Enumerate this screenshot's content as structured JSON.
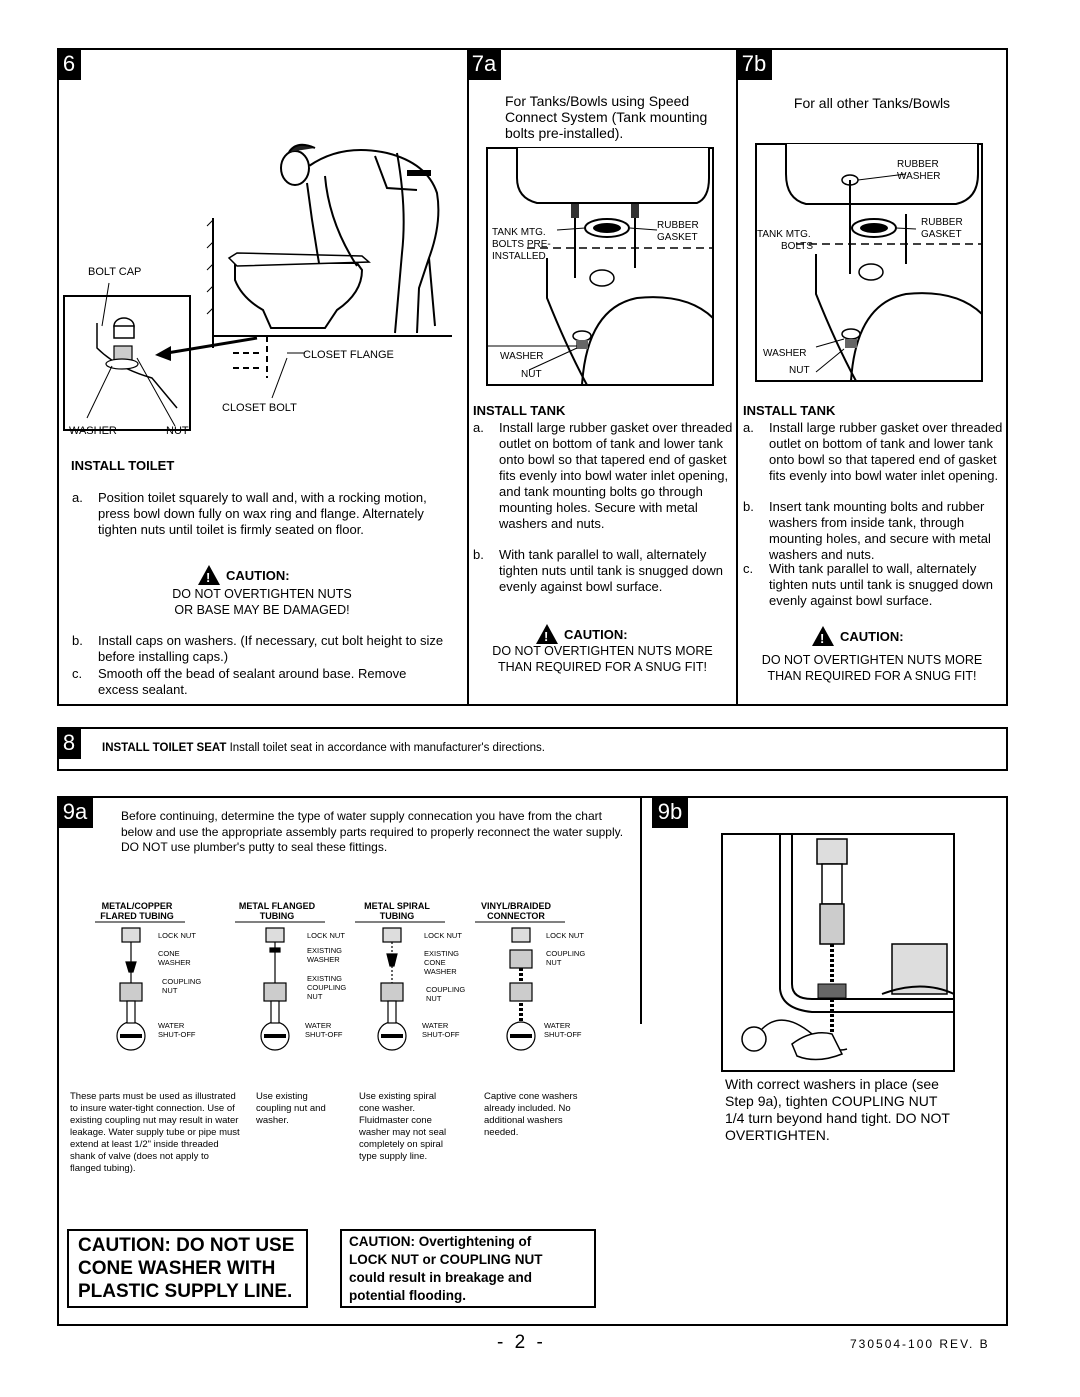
{
  "step6": {
    "number": "6",
    "labels": {
      "bolt_cap": "BOLT CAP",
      "closet_flange": "CLOSET FLANGE",
      "closet_bolt": "CLOSET BOLT",
      "washer": "WASHER",
      "nut": "NUT"
    },
    "heading": "INSTALL TOILET",
    "a_key": "a.",
    "a_text": "Position toilet squarely to wall and, with a rocking motion, press bowl down fully on wax ring and flange. Alternately tighten nuts until toilet is firmly seated on floor.",
    "caution_label": "CAUTION:",
    "caution_line1": "DO NOT OVERTIGHTEN NUTS",
    "caution_line2": "OR BASE MAY BE DAMAGED!",
    "b_key": "b.",
    "b_text": "Install caps on washers. (If necessary, cut bolt height to size before installing caps.)",
    "c_key": "c.",
    "c_text": "Smooth off the bead of sealant around base. Remove excess sealant."
  },
  "step7a": {
    "number": "7a",
    "intro": "For Tanks/Bowls using Speed Connect System (Tank mounting bolts pre-installed).",
    "labels": {
      "tank_mtg": "TANK MTG.",
      "bolts_pre": "BOLTS PRE-",
      "installed": "INSTALLED",
      "rubber": "RUBBER",
      "gasket": "GASKET",
      "washer": "WASHER",
      "nut": "NUT"
    },
    "heading": "INSTALL TANK",
    "a_key": "a.",
    "a_text": "Install large rubber gasket over threaded outlet on bottom of tank and lower tank onto bowl so that tapered end of gasket fits evenly into bowl water inlet opening, and tank mounting bolts go through mounting holes. Secure with metal washers and nuts.",
    "b_key": "b.",
    "b_text": "With tank parallel to wall, alternately tighten nuts until tank is snugged down evenly against bowl surface.",
    "caution_label": "CAUTION:",
    "caution_line1": "DO NOT OVERTIGHTEN NUTS MORE",
    "caution_line2": "THAN REQUIRED FOR A SNUG FIT!"
  },
  "step7b": {
    "number": "7b",
    "intro": "For all other Tanks/Bowls",
    "labels": {
      "rubber_washer_1": "RUBBER",
      "rubber_washer_2": "WASHER",
      "tank_mtg": "TANK MTG.",
      "bolts": "BOLTS",
      "rubber": "RUBBER",
      "gasket": "GASKET",
      "washer": "WASHER",
      "nut": "NUT"
    },
    "heading": "INSTALL TANK",
    "a_key": "a.",
    "a_text": "Install large rubber gasket over threaded outlet on bottom of tank and lower tank onto bowl so that tapered end of gasket fits evenly into bowl water inlet opening.",
    "b_key": "b.",
    "b_text": "Insert tank mounting bolts and rubber washers from inside tank, through mounting holes, and secure with metal washers and nuts.",
    "c_key": "c.",
    "c_text": "With tank parallel to wall, alternately tighten nuts until tank is snugged down evenly against bowl surface.",
    "caution_label": "CAUTION:",
    "caution_line1": "DO NOT OVERTIGHTEN NUTS MORE",
    "caution_line2": "THAN REQUIRED FOR A SNUG FIT!"
  },
  "step8": {
    "number": "8",
    "heading": "INSTALL TOILET SEAT",
    "text": " Install toilet seat in accordance with manufacturer's directions."
  },
  "step9a": {
    "number": "9a",
    "intro": "Before continuing, determine the type of water supply connecation you have from the chart below and use the appropriate assembly parts required to properly reconnect the water supply. DO NOT use plumber's putty to seal these fittings.",
    "columns": [
      {
        "title1": "METAL/COPPER",
        "title2": "FLARED TUBING",
        "parts": [
          "LOCK NUT",
          "CONE",
          "WASHER",
          "COUPLING",
          "NUT",
          "WATER",
          "SHUT-OFF"
        ],
        "note": "These parts must be used as illustrated to insure water-tight connection. Use of existing coupling nut may result in water leakage. Water supply tube or pipe must extend at least 1/2\" inside threaded shank of valve (does not apply to flanged tubing)."
      },
      {
        "title1": "METAL FLANGED",
        "title2": "TUBING",
        "parts": [
          "LOCK NUT",
          "EXISTING",
          "WASHER",
          "EXISTING",
          "COUPLING",
          "NUT",
          "WATER",
          "SHUT-OFF"
        ],
        "note": "Use existing coupling nut and washer."
      },
      {
        "title1": "METAL SPIRAL",
        "title2": "TUBING",
        "parts": [
          "LOCK NUT",
          "EXISTING",
          "CONE",
          "WASHER",
          "COUPLING",
          "NUT",
          "WATER",
          "SHUT-OFF"
        ],
        "note": "Use existing spiral cone washer. Fluidmaster cone washer may not seal completely on spiral type supply line."
      },
      {
        "title1": "VINYL/BRAIDED",
        "title2": "CONNECTOR",
        "parts": [
          "LOCK NUT",
          "COUPLING",
          "NUT",
          "WATER",
          "SHUT-OFF"
        ],
        "note": "Captive cone washers already included. No additional washers needed."
      }
    ],
    "caution_box_1_l1": "CAUTION: DO NOT USE",
    "caution_box_1_l2": "CONE WASHER WITH",
    "caution_box_1_l3": "PLASTIC SUPPLY LINE.",
    "caution_box_2_l1": "CAUTION: Overtightening of",
    "caution_box_2_l2": "LOCK NUT or COUPLING NUT",
    "caution_box_2_l3": "could result in breakage and",
    "caution_box_2_l4": "potential flooding."
  },
  "step9b": {
    "number": "9b",
    "text": "With correct washers in place (see Step 9a), tighten COUPLING NUT 1/4 turn beyond hand tight. DO NOT OVERTIGHTEN."
  },
  "footer": {
    "page": "- 2 -",
    "doc": "730504-100 REV. B"
  }
}
